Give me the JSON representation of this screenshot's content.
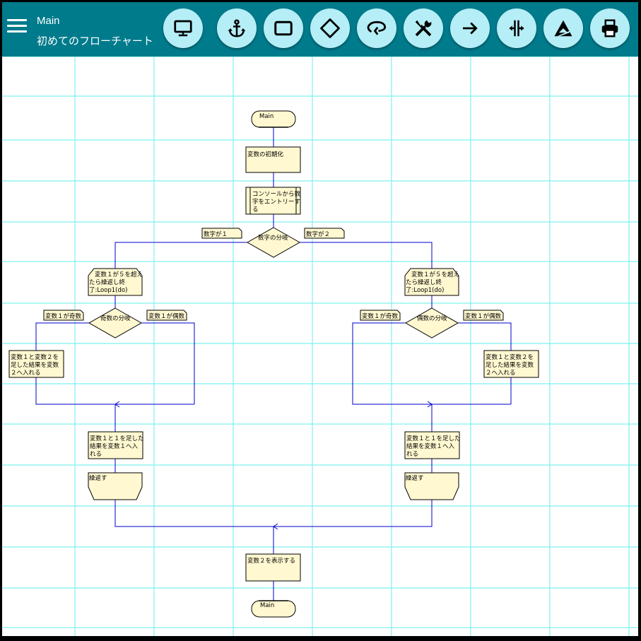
{
  "toolbar": {
    "app_title": "Main",
    "document_title": "初めてのフローチャート",
    "buttons": [
      {
        "icon": "monitor-icon"
      },
      {
        "icon": "anchor-icon"
      },
      {
        "icon": "rectangle-icon"
      },
      {
        "icon": "diamond-icon"
      },
      {
        "icon": "loop-icon"
      },
      {
        "icon": "tools-icon"
      },
      {
        "icon": "arrow-right-icon"
      },
      {
        "icon": "split-icon"
      },
      {
        "icon": "triangle-logo-icon"
      },
      {
        "icon": "printer-icon"
      }
    ]
  },
  "flowchart": {
    "start": "Main",
    "init": "変数の初期化",
    "console_entry": [
      "コンソールから数",
      "字をエントリーす",
      "る"
    ],
    "branch": "数字の分岐",
    "label_left": "数字が１",
    "label_right": "数字が２",
    "left": {
      "loop_start": [
        "変数１が５を超え",
        "たら繰返し終",
        "了:Loop1(do)"
      ],
      "decision": "奇数の分岐",
      "label_odd": "変数１が奇数",
      "label_even": "変数１が偶数",
      "process": [
        "変数１と変数２を",
        "足した結果を変数",
        "２へ入れる"
      ],
      "increment": [
        "変数１と１を足した",
        "結果を変数１へ入",
        "れる"
      ],
      "loop_end": "繰返す"
    },
    "right": {
      "loop_start": [
        "変数１が５を超え",
        "たら繰返し終",
        "了:Loop1(do)"
      ],
      "decision": "偶数の分岐",
      "label_odd": "変数１が奇数",
      "label_even": "変数１が偶数",
      "process": [
        "変数１と変数２を",
        "足した結果を変数",
        "２へ入れる"
      ],
      "increment": [
        "変数１と１を足した",
        "結果を変数１へ入",
        "れる"
      ],
      "loop_end": "繰返す"
    },
    "display": "変数２を表示する",
    "end": "Main"
  },
  "colors": {
    "toolbar": "#007B8C",
    "button": "#B5EEF6",
    "grid": "#7FF0F0",
    "node_fill": "#FFF8D0",
    "connector": "#0000CC"
  }
}
